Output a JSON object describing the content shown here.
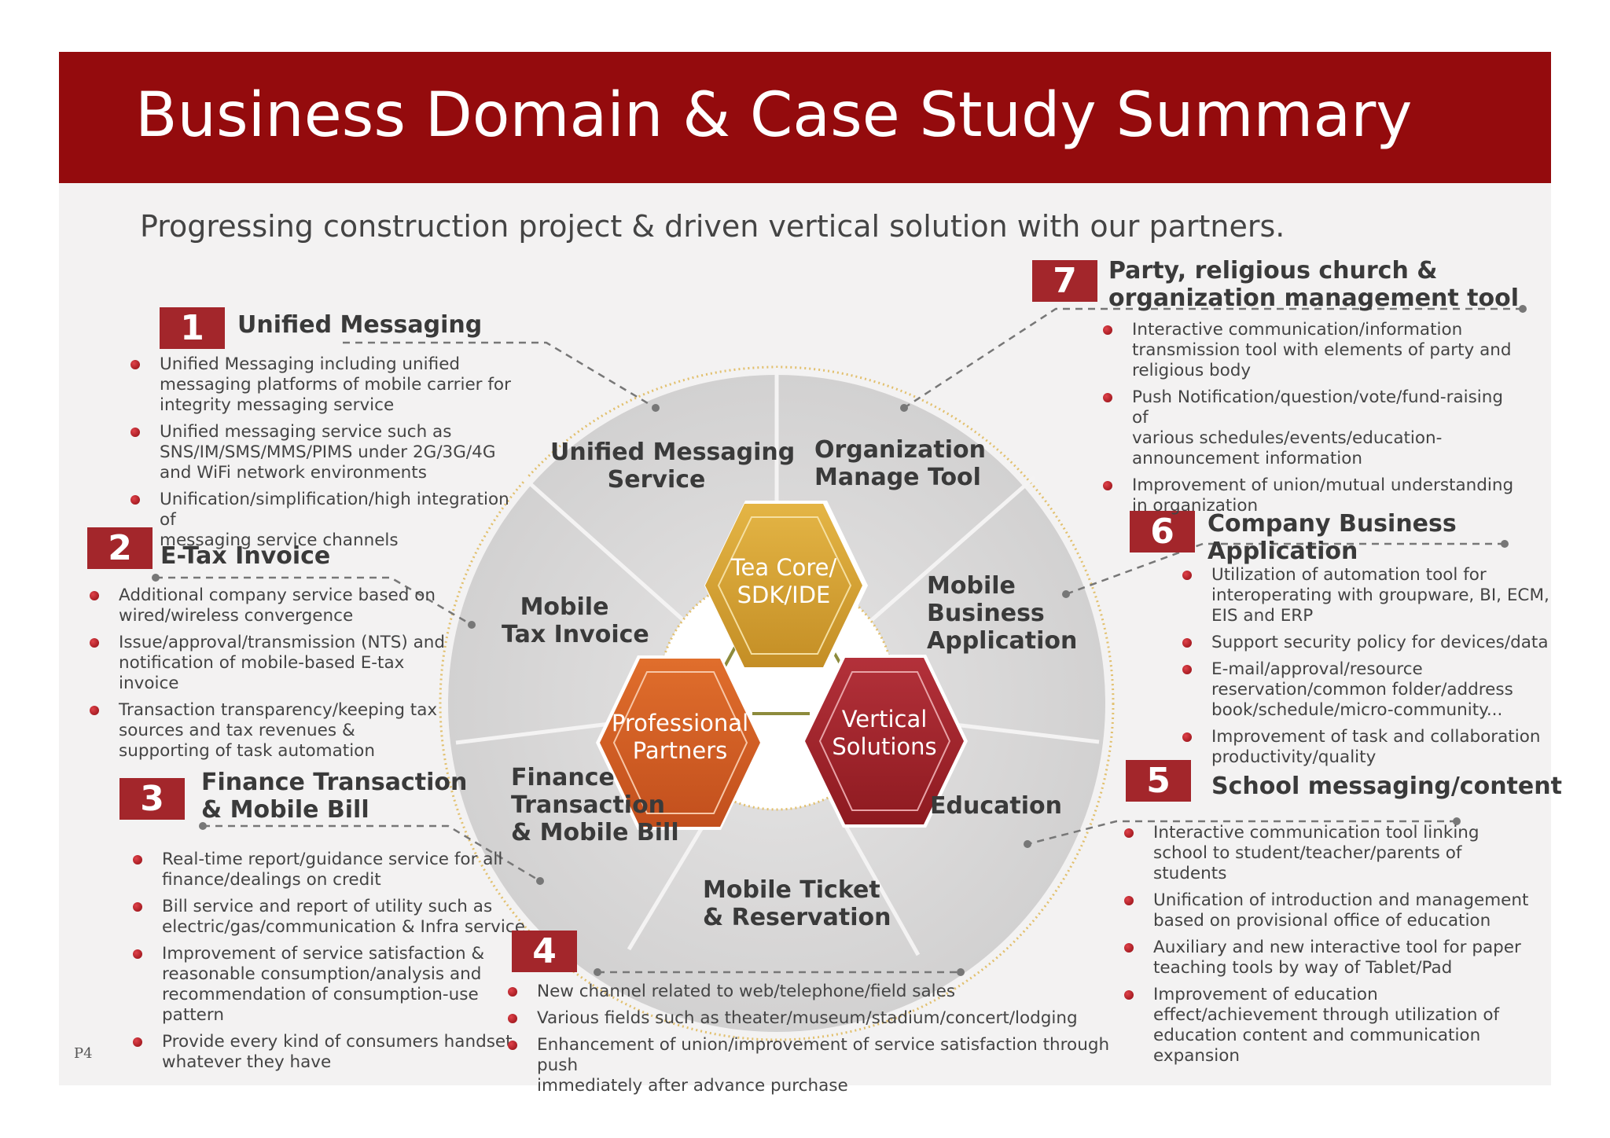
{
  "title": "Business Domain & Case Study Summary",
  "subtitle": "Progressing construction project & driven vertical solution with our partners.",
  "page_number": "P4",
  "colors": {
    "header_red": "#940b0d",
    "number_box": "#a3262b",
    "tea_core_hex": "#d8a334",
    "partners_hex": "#d35f26",
    "vertical_hex": "#a2262c",
    "wheel_grey": "#d9d8d8"
  },
  "wheel": {
    "segments": {
      "unified_messaging": [
        "Unified Messaging",
        "Service"
      ],
      "organization": [
        "Organization",
        "Manage Tool"
      ],
      "mobile_business": [
        "Mobile",
        "Business",
        "Application"
      ],
      "education": [
        "Education"
      ],
      "mobile_ticket": [
        "Mobile Ticket",
        "& Reservation"
      ],
      "finance": [
        "Finance",
        "Transaction",
        "& Mobile Bill"
      ],
      "mobile_tax": [
        "Mobile",
        "Tax Invoice"
      ]
    },
    "hexagons": {
      "tea_core": [
        "Tea Core/",
        "SDK/IDE"
      ],
      "partners": [
        "Professional",
        "Partners"
      ],
      "vertical": [
        "Vertical",
        "Solutions"
      ]
    }
  },
  "domains": [
    {
      "number": "1",
      "title": [
        "Unified Messaging"
      ],
      "bullets": [
        [
          "Unified Messaging including unified",
          "messaging platforms of mobile carrier for",
          "integrity messaging service"
        ],
        [
          "Unified messaging service such as",
          "SNS/IM/SMS/MMS/PIMS  under 2G/3G/4G",
          "and WiFi network environments"
        ],
        [
          "Unification/simplification/high integration of",
          "messaging service channels"
        ]
      ]
    },
    {
      "number": "2",
      "title": [
        "E-Tax Invoice"
      ],
      "bullets": [
        [
          "Additional company service based on",
          "wired/wireless convergence"
        ],
        [
          "Issue/approval/transmission (NTS) and",
          "notification of mobile-based E-tax",
          "invoice"
        ],
        [
          "Transaction transparency/keeping tax",
          "sources and tax revenues &",
          "supporting of task automation"
        ]
      ]
    },
    {
      "number": "3",
      "title": [
        "Finance Transaction",
        "& Mobile Bill"
      ],
      "bullets": [
        [
          "Real-time report/guidance service for all",
          "finance/dealings on credit"
        ],
        [
          "Bill service and report of utility such as",
          "electric/gas/communication & Infra service"
        ],
        [
          "Improvement of service satisfaction &",
          "reasonable consumption/analysis and",
          "recommendation of consumption-use",
          "pattern"
        ],
        [
          "Provide every kind of consumers handset",
          "whatever they have"
        ]
      ]
    },
    {
      "number": "4",
      "title": [],
      "bullets": [
        [
          "New channel related to web/telephone/field sales"
        ],
        [
          "Various fields such as theater/museum/stadium/concert/lodging"
        ],
        [
          "Enhancement of union/improvement of service satisfaction through push",
          "immediately after advance purchase"
        ]
      ]
    },
    {
      "number": "5",
      "title": [
        "School messaging/content"
      ],
      "bullets": [
        [
          "Interactive communication tool linking",
          "school to student/teacher/parents of",
          "students"
        ],
        [
          "Unification of introduction and management",
          "based on provisional office of education"
        ],
        [
          "Auxiliary and new interactive tool for paper",
          "teaching tools by way of Tablet/Pad"
        ],
        [
          "Improvement of education",
          "effect/achievement through utilization of",
          "education content and communication",
          "expansion"
        ]
      ]
    },
    {
      "number": "6",
      "title": [
        "Company Business Application"
      ],
      "bullets": [
        [
          "Utilization of automation tool for",
          "interoperating with groupware, BI, ECM,",
          "EIS and ERP"
        ],
        [
          "Support security policy for devices/data"
        ],
        [
          "E-mail/approval/resource",
          "reservation/common folder/address",
          "book/schedule/micro-community..."
        ],
        [
          "Improvement of task and collaboration",
          "productivity/quality"
        ]
      ]
    },
    {
      "number": "7",
      "title": [
        "Party, religious church &",
        "organization management tool"
      ],
      "bullets": [
        [
          "Interactive communication/information",
          "transmission tool with elements of party and",
          "religious body"
        ],
        [
          "Push Notification/question/vote/fund-raising of",
          "various schedules/events/education-",
          "announcement information"
        ],
        [
          "Improvement of union/mutual understanding",
          "in organization"
        ]
      ]
    }
  ]
}
